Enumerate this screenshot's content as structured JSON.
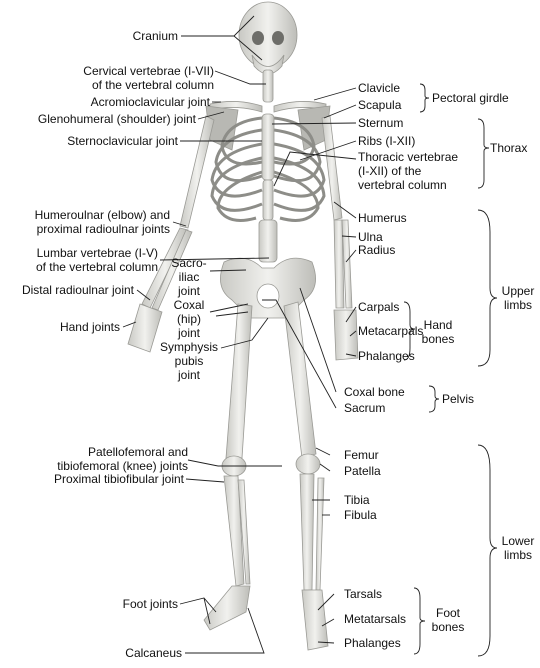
{
  "labels": {
    "cranium": "Cranium",
    "cervical": "Cervical vertebrae (I-VII)\nof the vertebral column",
    "acromioclavicular": "Acromioclavicular joint",
    "glenohumeral": "Glenohumeral (shoulder) joint",
    "sternoclavicular": "Sternoclavicular joint",
    "humeroulnar": "Humeroulnar (elbow) and\nproximal radioulnar joints",
    "lumbar": "Lumbar vertebrae (I-V)\nof the vertebral column",
    "distal_radioulnar": "Distal radioulnar joint",
    "hand_joints": "Hand joints",
    "sacroiliac": "Sacro-\niliac\njoint",
    "coxal_joint": "Coxal\n(hip)\njoint",
    "symphysis": "Symphysis\npubis\njoint",
    "patellofemoral": "Patellofemoral and\ntibiofemoral (knee) joints",
    "proximal_tibiofibular": "Proximal tibiofibular joint",
    "foot_joints": "Foot joints",
    "calcaneus": "Calcaneus",
    "clavicle": "Clavicle",
    "scapula": "Scapula",
    "sternum": "Sternum",
    "ribs": "Ribs (I-XII)",
    "thoracic": "Thoracic vertebrae\n(I-XII) of the\nvertebral column",
    "humerus": "Humerus",
    "ulna": "Ulna",
    "radius": "Radius",
    "carpals": "Carpals",
    "metacarpals": "Metacarpals",
    "phalanges_hand": "Phalanges",
    "coxal_bone": "Coxal bone",
    "sacrum": "Sacrum",
    "femur": "Femur",
    "patella": "Patella",
    "tibia": "Tibia",
    "fibula": "Fibula",
    "tarsals": "Tarsals",
    "metatarsals": "Metatarsals",
    "phalanges_foot": "Phalanges"
  },
  "groups": {
    "pectoral_girdle": "Pectoral girdle",
    "thorax": "Thorax",
    "upper_limbs": "Upper\nlimbs",
    "hand_bones": "Hand\nbones",
    "pelvis": "Pelvis",
    "lower_limbs": "Lower\nlimbs",
    "foot_bones": "Foot\nbones"
  },
  "colors": {
    "bone": "#e6e6e2",
    "bone_shade": "#c4c4bf",
    "bone_dark": "#8a8a86",
    "line": "#222222"
  }
}
